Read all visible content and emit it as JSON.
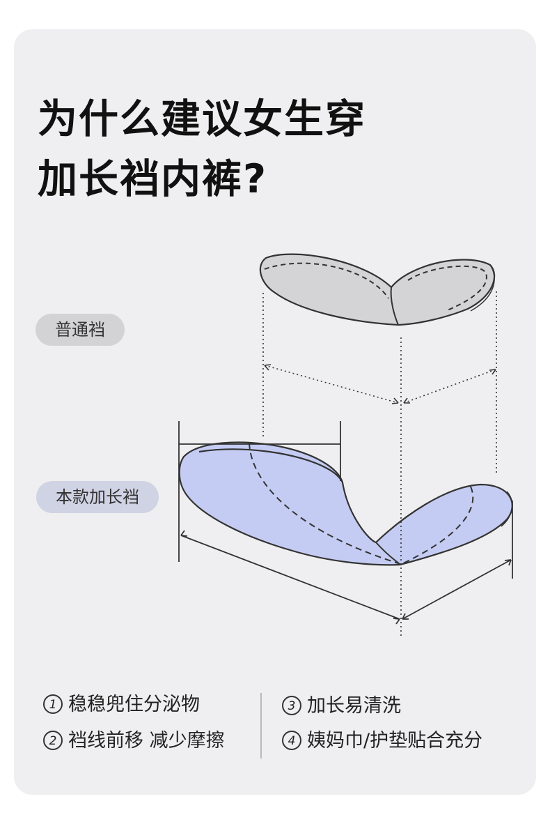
{
  "title": {
    "line1": "为什么建议女生穿",
    "line2": "加长裆内裤?"
  },
  "tags": {
    "normal": "普通裆",
    "long": "本款加长裆"
  },
  "features": [
    {
      "num": "1",
      "text": "稳稳兜住分泌物"
    },
    {
      "num": "2",
      "text": "裆线前移 减少摩擦"
    },
    {
      "num": "3",
      "text": "加长易清洗"
    },
    {
      "num": "4",
      "text": "姨妈巾/护垫贴合充分"
    }
  ],
  "colors": {
    "card_bg": "#efeff1",
    "normal_fill": "#d4d4d6",
    "long_fill": "#c5ccf3",
    "outline": "#333333"
  }
}
